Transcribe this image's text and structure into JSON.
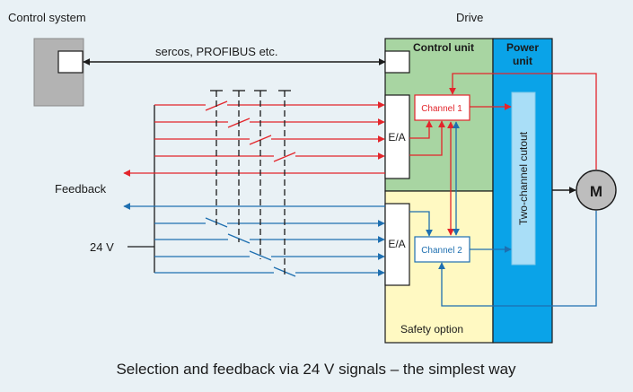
{
  "labels": {
    "control_system": "Control system",
    "drive": "Drive",
    "bus": "sercos, PROFIBUS etc.",
    "control_unit": "Control unit",
    "power_unit_line1": "Power",
    "power_unit_line2": "unit",
    "ea_top": "E/A",
    "ea_bottom": "E/A",
    "channel1": "Channel 1",
    "channel2": "Channel 2",
    "cutout": "Two-channel cutout",
    "motor": "M",
    "feedback": "Feedback",
    "voltage": "24 V",
    "safety_option": "Safety option",
    "caption": "Selection and feedback via 24 V signals – the simplest way"
  },
  "colors": {
    "background": "#e9f1f5",
    "control_unit": "#a8d5a2",
    "safety_option": "#fff9c2",
    "power_unit": "#0aa3e8",
    "cutout": "#a9def7",
    "channel1_line": "#e3252b",
    "channel2_line": "#1e6fb0",
    "control_system_box": "#b3b3b3",
    "motor": "#bdbdbd"
  }
}
